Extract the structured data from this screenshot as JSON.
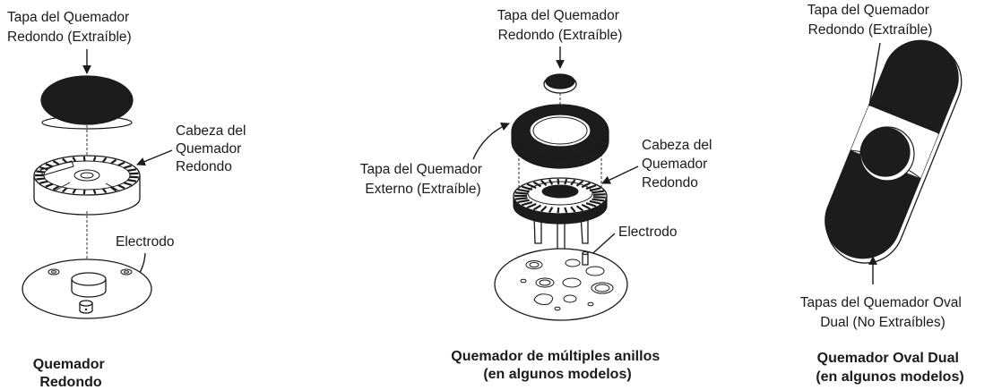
{
  "figure_1": {
    "cap_label": [
      "Tapa del Quemador",
      "Redondo (Extraíble)"
    ],
    "head_label": [
      "Cabeza del",
      "Quemador",
      "Redondo"
    ],
    "electrode_label": "Electrodo",
    "caption": [
      "Quemador",
      "Redondo"
    ]
  },
  "figure_2": {
    "cap_label": [
      "Tapa del Quemador",
      "Redondo (Extraíble)"
    ],
    "outer_cap_label": [
      "Tapa del Quemador",
      "Externo (Extraíble)"
    ],
    "head_label": [
      "Cabeza del",
      "Quemador",
      "Redondo"
    ],
    "electrode_label": "Electrodo",
    "caption": [
      "Quemador de múltiples anillos",
      "(en algunos modelos)"
    ]
  },
  "figure_3": {
    "cap_label": [
      "Tapa del Quemador",
      "Redondo (Extraíble)"
    ],
    "oval_label": [
      "Tapas del Quemador Oval",
      "Dual (No Extraíbles)"
    ],
    "caption": [
      "Quemador Oval Dual",
      "(en algunos modelos)"
    ]
  }
}
